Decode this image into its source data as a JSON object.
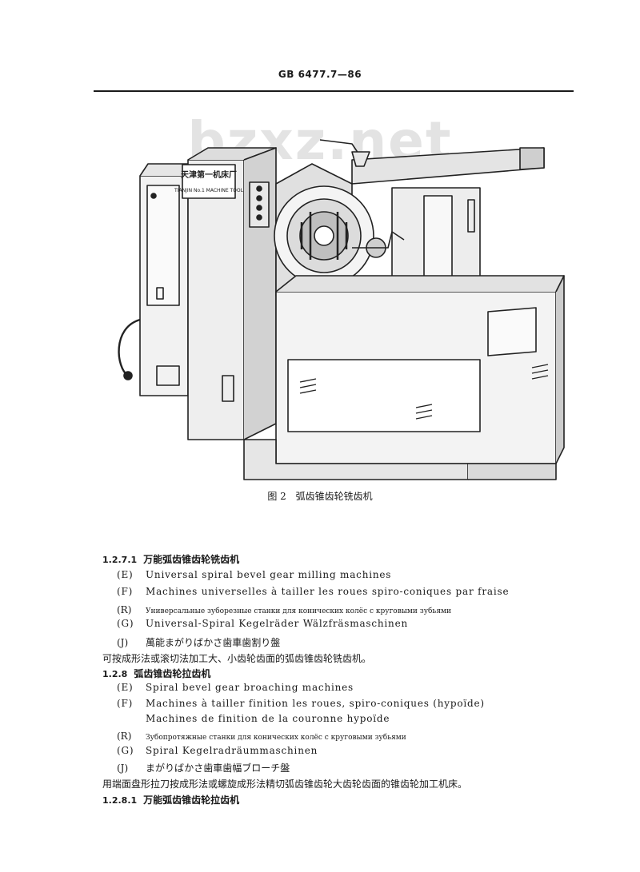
{
  "header": {
    "std_number": "GB 6477.7—86"
  },
  "watermark": "bzxz.net",
  "figure": {
    "plate_top": "天津第一机床厂",
    "plate_bottom": "TIANJIN No.1 MACHINE TOOL",
    "caption_label": "图 2",
    "caption_text": "弧齿锥齿轮铣齿机"
  },
  "sections": {
    "s1271": {
      "num": "1.2.7.1",
      "title": "万能弧齿锥齿轮铣齿机",
      "E": "Universal spiral bevel gear milling machines",
      "F": "Machines universelles à tailler les roues spiro-coniques par fraise",
      "R": "Универсальные зуборезные станки для конических колёс с круговыми зубьями",
      "G": "Universal-Spiral Kegelräder Wälzfräsmaschinen",
      "J": "萬能まがりばかさ歯車歯割り盤",
      "desc": "可按成形法或滚切法加工大、小齿轮齿面的弧齿锥齿轮铣齿机。"
    },
    "s128": {
      "num": "1.2.8",
      "title": "弧齿锥齿轮拉齿机",
      "E": "Spiral bevel gear broaching machines",
      "F": "Machines à tailler finition les roues, spiro-coniques (hypoïde)",
      "F2": "Machines de finition de la couronne hypoïde",
      "R": "Зубопротяжные станки для конических колёс с круговыми зубьями",
      "G": "Spiral Kegelradräummaschinen",
      "J": "まがりばかさ歯車歯幅ブローチ盤",
      "desc": "用端面盘形拉刀按成形法或螺旋成形法精切弧齿锥齿轮大齿轮齿面的锥齿轮加工机床。"
    },
    "s1281": {
      "num": "1.2.8.1",
      "title": "万能弧齿锥齿轮拉齿机"
    }
  },
  "tags": {
    "E": "(E)",
    "F": "(F)",
    "R": "(R)",
    "G": "(G)",
    "J": "(J)"
  }
}
